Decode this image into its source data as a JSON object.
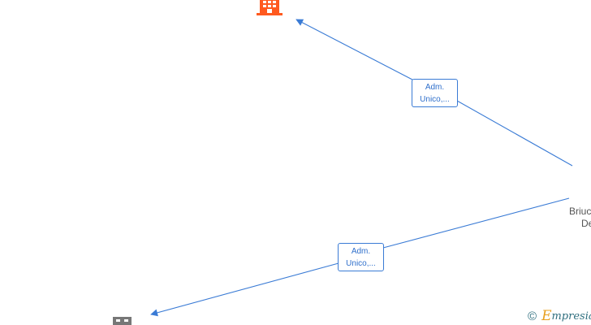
{
  "colors": {
    "edge": "#3a7bd5",
    "company_active": "#ff5a1f",
    "company_inactive": "#777777",
    "watermark_text": "#2f6f7f",
    "watermark_accent": "#e8a020"
  },
  "nodes": {
    "company_top": {
      "icon": "building-icon",
      "status": "active"
    },
    "company_bottom": {
      "icon": "building-icon",
      "status": "inactive"
    },
    "person_right": {
      "name_line1": "Briuc",
      "name_line2": "De"
    }
  },
  "edges": [
    {
      "from": "person_right",
      "to": "company_top",
      "label_line1": "Adm.",
      "label_line2": "Unico,..."
    },
    {
      "from": "person_right",
      "to": "company_bottom",
      "label_line1": "Adm.",
      "label_line2": "Unico,..."
    }
  ],
  "watermark": {
    "copyright": "©",
    "brand_initial": "E",
    "brand_rest": "mpresia"
  }
}
